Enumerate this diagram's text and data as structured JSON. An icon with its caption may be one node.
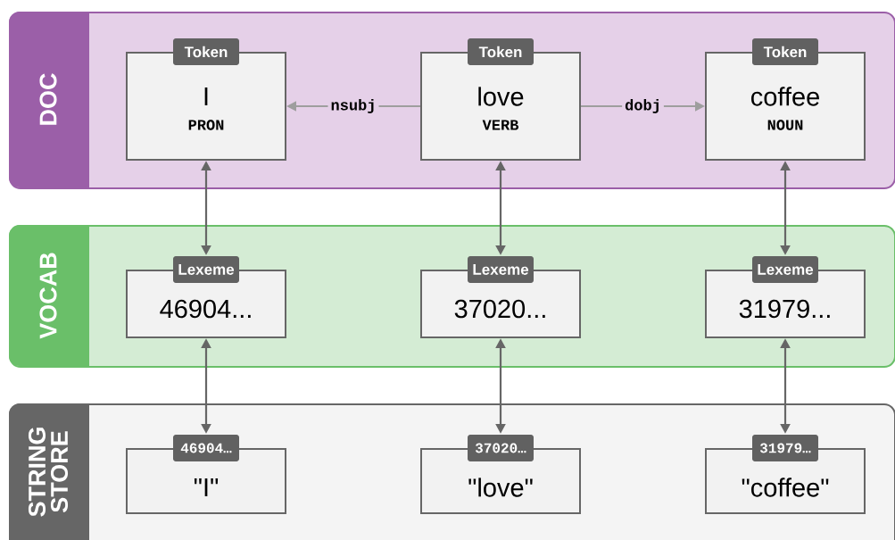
{
  "diagram": {
    "nodes": [
      {
        "text": [
          "DOC"
        ]
      },
      {
        "text": [
          "Token",
          "I",
          "PRON"
        ],
        "in": 0
      },
      {
        "text": [
          "Token",
          "love",
          "VERB"
        ],
        "in": 0
      },
      {
        "text": [
          "Token",
          "coffee",
          "NOUN"
        ],
        "in": 0
      },
      {
        "text": [
          "VOCAB"
        ]
      },
      {
        "text": [
          "Lexeme",
          "46904..."
        ],
        "in": 4
      },
      {
        "text": [
          "Lexeme",
          "37020..."
        ],
        "in": 4
      },
      {
        "text": [
          "Lexeme",
          "31979..."
        ],
        "in": 4
      },
      {
        "text": [
          "STRING STORE"
        ]
      },
      {
        "text": [
          "46904…",
          "\"I\""
        ],
        "in": 8
      },
      {
        "text": [
          "37020…",
          "\"love\""
        ],
        "in": 8
      },
      {
        "text": [
          "31979…",
          "\"coffee\""
        ],
        "in": 8
      }
    ],
    "edges": [
      {
        "from": 2,
        "to": 1,
        "arrow": "to",
        "label": "nsubj",
        "color": "#9e9e9e"
      },
      {
        "from": 2,
        "to": 3,
        "arrow": "to",
        "label": "dobj",
        "color": "#9e9e9e"
      },
      {
        "from": 1,
        "to": 5,
        "arrow": "both"
      },
      {
        "from": 2,
        "to": 6,
        "arrow": "both"
      },
      {
        "from": 3,
        "to": 7,
        "arrow": "both"
      },
      {
        "from": 5,
        "to": 9,
        "arrow": "both"
      },
      {
        "from": 6,
        "to": 10,
        "arrow": "both"
      },
      {
        "from": 7,
        "to": 11,
        "arrow": "both"
      }
    ]
  }
}
